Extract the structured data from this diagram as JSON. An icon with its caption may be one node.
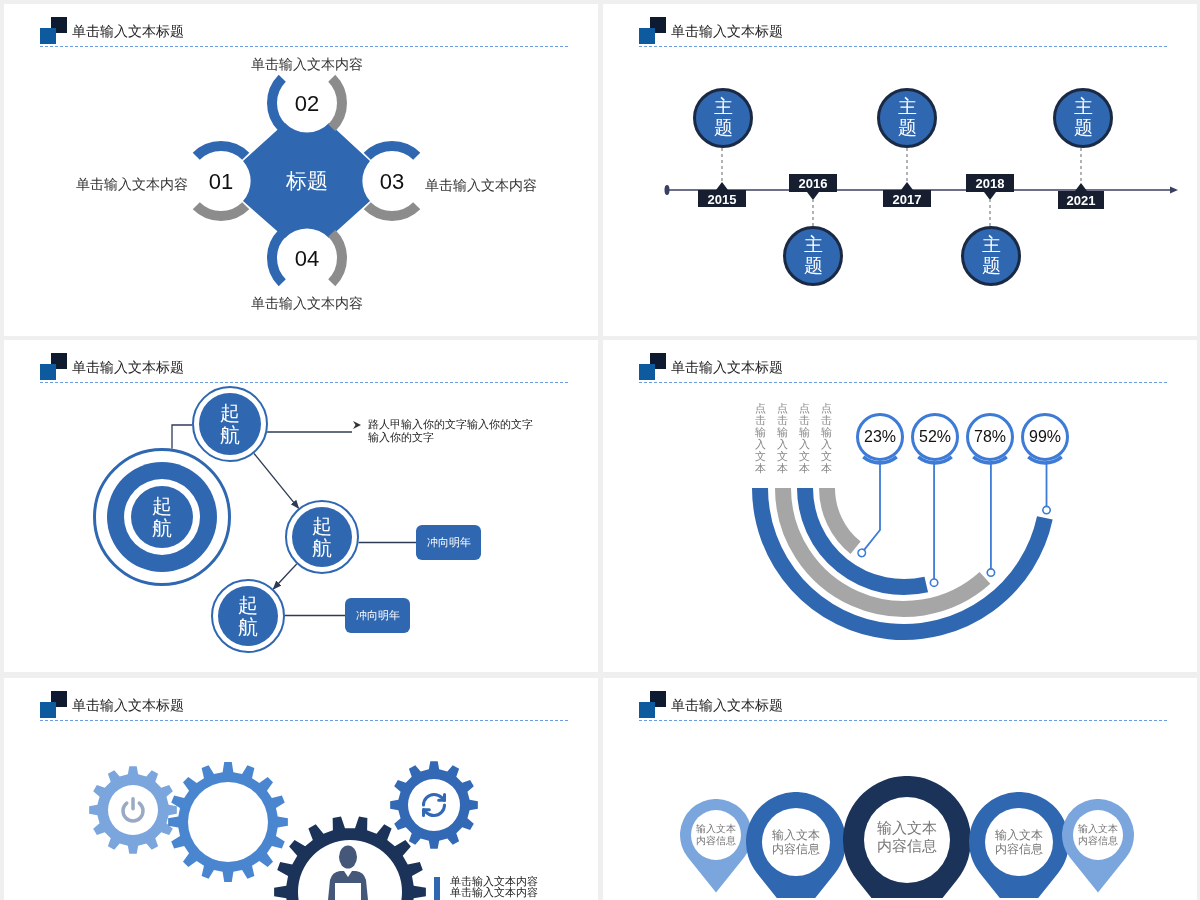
{
  "diagram": {
    "nodes": [
      {
        "text": [
          "单击输入文本标题"
        ]
      },
      {
        "text": [
          "标题"
        ],
        "in": 0
      },
      {
        "text": [
          "01"
        ],
        "in": 0,
        "beside": [
          "单击输入文本内容"
        ]
      },
      {
        "text": [
          "02"
        ],
        "in": 0,
        "beside": [
          "单击输入文本内容"
        ]
      },
      {
        "text": [
          "03"
        ],
        "in": 0,
        "beside": [
          "单击输入文本内容"
        ]
      },
      {
        "text": [
          "04"
        ],
        "in": 0,
        "beside": [
          "单击输入文本内容"
        ]
      },
      {
        "text": [
          "单击输入文本标题"
        ]
      },
      {
        "text": [
          "主题"
        ],
        "in": 6
      },
      {
        "text": [
          "主题"
        ],
        "in": 6
      },
      {
        "text": [
          "主题"
        ],
        "in": 6
      },
      {
        "text": [
          "主题"
        ],
        "in": 6
      },
      {
        "text": [
          "主题"
        ],
        "in": 6
      },
      {
        "text": [
          "2015"
        ],
        "in": 6
      },
      {
        "text": [
          "2016"
        ],
        "in": 6
      },
      {
        "text": [
          "2017"
        ],
        "in": 6
      },
      {
        "text": [
          "2018"
        ],
        "in": 6
      },
      {
        "text": [
          "2021"
        ],
        "in": 6
      },
      {
        "text": [
          "单击输入文本标题"
        ]
      },
      {
        "text": [
          "起航"
        ],
        "in": 17
      },
      {
        "text": [
          "起航"
        ],
        "in": 17
      },
      {
        "text": [
          "起航"
        ],
        "in": 17
      },
      {
        "text": [
          "起航"
        ],
        "in": 17
      },
      {
        "text": [
          "路人甲输入你的文字输入你的文字输入你的文字"
        ],
        "in": 17
      },
      {
        "text": [
          "冲向明年"
        ],
        "in": 17
      },
      {
        "text": [
          "冲向明年"
        ],
        "in": 17
      },
      {
        "text": [
          "单击输入文本标题"
        ]
      },
      {
        "text": [
          "23%"
        ],
        "in": 25
      },
      {
        "text": [
          "52%"
        ],
        "in": 25
      },
      {
        "text": [
          "78%"
        ],
        "in": 25
      },
      {
        "text": [
          "99%"
        ],
        "in": 25
      },
      {
        "text": [
          "单击输入文本标题"
        ]
      },
      {
        "text": [
          "单击输入文本标题"
        ]
      },
      {
        "text": [
          "输入文本内容信息"
        ],
        "in": 31
      },
      {
        "text": [
          "输入文本内容信息"
        ],
        "in": 31
      },
      {
        "text": [
          "输入文本内容信息"
        ],
        "in": 31
      },
      {
        "text": [
          "输入文本内容信息"
        ],
        "in": 31
      },
      {
        "text": [
          "输入文本内容信息"
        ],
        "in": 31
      }
    ],
    "edges": [
      {
        "from": 7,
        "to": 12,
        "arrow": "none",
        "style": "dashed",
        "color": "#8a8a8a"
      },
      {
        "from": 8,
        "to": 13,
        "arrow": "none",
        "style": "dashed",
        "color": "#8a8a8a"
      },
      {
        "from": 9,
        "to": 14,
        "arrow": "none",
        "style": "dashed",
        "color": "#8a8a8a"
      },
      {
        "from": 10,
        "to": 15,
        "arrow": "none",
        "style": "dashed",
        "color": "#8a8a8a"
      },
      {
        "from": 11,
        "to": 16,
        "arrow": "none",
        "style": "dashed",
        "color": "#8a8a8a"
      },
      {
        "from": 18,
        "to": 19,
        "arrow": "none"
      },
      {
        "from": 19,
        "to": 22,
        "arrow": "none"
      },
      {
        "from": 19,
        "to": 20,
        "arrow": "to"
      },
      {
        "from": 20,
        "to": 21,
        "arrow": "to"
      },
      {
        "from": 20,
        "to": 23,
        "arrow": "none"
      },
      {
        "from": 21,
        "to": 24,
        "arrow": "none"
      },
      {
        "from": 26,
        "to": null,
        "arrow": "other",
        "color": "#3d7bd6"
      },
      {
        "from": 27,
        "to": null,
        "arrow": "other",
        "color": "#3d7bd6"
      },
      {
        "from": 28,
        "to": null,
        "arrow": "other",
        "color": "#3d7bd6"
      },
      {
        "from": 29,
        "to": null,
        "arrow": "other",
        "color": "#3d7bd6"
      }
    ],
    "labels": [
      "点击输入文本",
      "点击输入文本",
      "点击输入文本",
      "点击输入文本",
      "单击输入文本内容",
      "单击输入文本内容"
    ]
  }
}
